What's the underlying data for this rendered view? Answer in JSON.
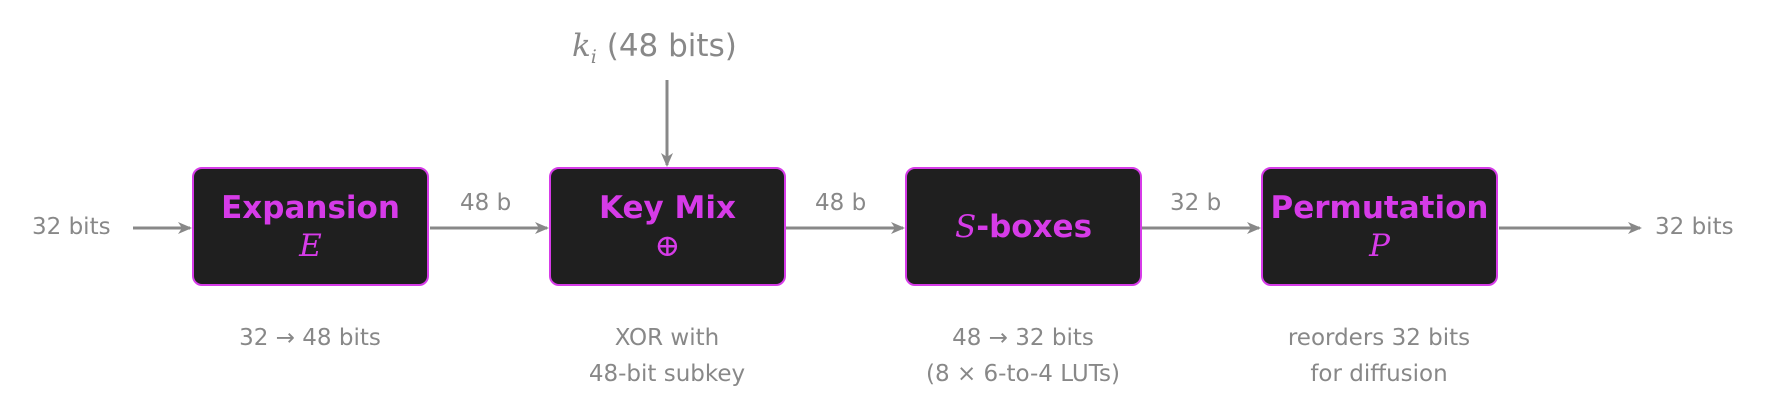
{
  "colors": {
    "accent": "#d63be8",
    "box": "#1f1f1f",
    "line": "#888888"
  },
  "input_label": "32 bits",
  "output_label": "32 bits",
  "key": {
    "symbol": "k_i",
    "symbol_main": "k",
    "symbol_sub": "i",
    "label": "(48 bits)"
  },
  "edges": [
    "48 b",
    "48 b",
    "32 b"
  ],
  "stages": [
    {
      "title": "Expansion",
      "symbol": "E",
      "caption": [
        "32 → 48 bits"
      ]
    },
    {
      "title": "Key Mix",
      "symbol": "⊕",
      "caption": [
        "XOR with",
        "48-bit subkey"
      ]
    },
    {
      "title_symbol": "S",
      "title": "-boxes",
      "caption": [
        "48 → 32 bits",
        "(8 × 6-to-4 LUTs)"
      ]
    },
    {
      "title": "Permutation",
      "symbol": "P",
      "caption": [
        "reorders 32 bits",
        "for diffusion"
      ]
    }
  ]
}
